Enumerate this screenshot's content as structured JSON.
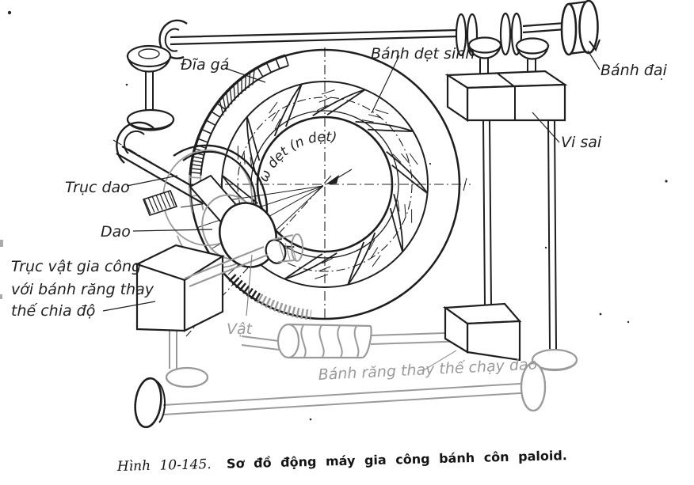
{
  "figure_caption": {
    "label": "Hình 10-145.",
    "text": "Sơ đồ động máy gia công bánh côn paloid."
  },
  "labels": {
    "dia_ga": "Đĩa gá",
    "banh_det_sinh": "Bánh dẹt sinh",
    "banh_dai": "Bánh đai",
    "vi_sai": "Vi sai",
    "truc_dao": "Trục dao",
    "dao": "Dao",
    "truc_vat_line1": "Trục vật gia công",
    "truc_vat_line2": "với bánh răng thay",
    "truc_vat_line3": "thế chia độ",
    "vat": "Vật",
    "banh_rang_chay_dao": "Bánh răng thay thế chạy dao",
    "omega_det": "ω dẹt (n dẹt)"
  },
  "colors": {
    "ink": "#1f1f1f",
    "gray_ink": "#9a9a9a",
    "paper": "#ffffff"
  }
}
